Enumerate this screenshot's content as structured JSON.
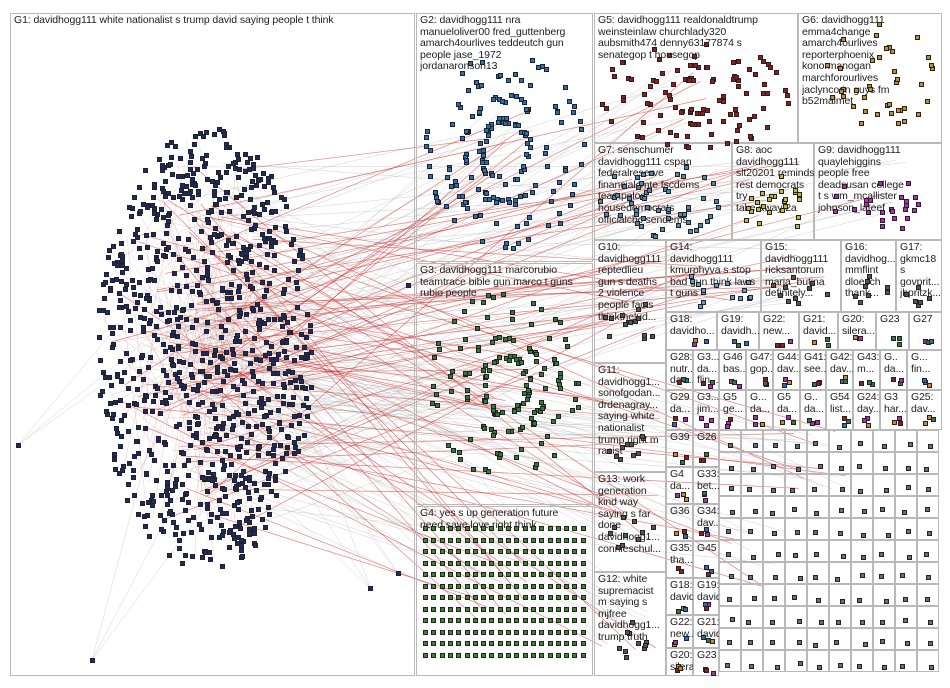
{
  "groups": [
    {
      "id": "G1",
      "label": "G1: davidhogg111 white nationalist s trump david saying people t think",
      "color": "#1b2a6b"
    },
    {
      "id": "G2",
      "label": "G2: davidhogg111 nra\nmanueloliver00 fred_guttenberg\namarch4ourlives teddeutch gun\npeople jase_1972\njordanaronson13",
      "color": "#2a6fb5"
    },
    {
      "id": "G3",
      "label": "G3: davidhogg111 marcorubio\nteamtrace bible gun marco t guns\nrubio people",
      "color": "#2e7a3c"
    },
    {
      "id": "G4",
      "label": "G4: yes s up generation future\nneed save love right think",
      "color": "#3a8a2a"
    },
    {
      "id": "G5",
      "label": "G5: davidhogg111 realdonaldtrump\nweinsteinlaw churchlady320\naubsmith474 denny63177874 s\nsenategop t housegop",
      "color": "#9a1a1a"
    },
    {
      "id": "G6",
      "label": "G6: davidhogg111\nemma4change\namarch4ourlives\nreporterphoenix\nkonormanogan\nmarchforourlives\njaclyncorin guys fm\nb52malmet",
      "color": "#c88a2a"
    },
    {
      "id": "G7",
      "label": "G7: senschumer\ndavidhogg111 cspan\nfederalreserve\nfinancialcmte fscdems\nteampelosi\nhousedemocrats\nofficialcbc sendems",
      "color": "#4a8ab5"
    },
    {
      "id": "G8",
      "label": "G8: aoc\ndavidhogg111\nslt20201 reminds\nrest democrats try\ntake away 2a",
      "color": "#c8b82a"
    },
    {
      "id": "G9",
      "label": "G9: davidhogg111\nquaylehiggins\npeople free\ndeadsusan college\nt s wm_mcallister\njohnson_lateef",
      "color": "#b52ab5"
    },
    {
      "id": "G10",
      "label": "G10:\ndavidhogg111\nreptedlieu\ngun s deaths\n2 violence\npeople facts\nthinkthelud...",
      "color": "#555555"
    },
    {
      "id": "G11",
      "label": "G11:\ndavidhogg1...\nsonofgodan...\ndrdenagray...\nsaying white\nnationalist\ntrump right m\nracist",
      "color": "#555555"
    },
    {
      "id": "G12",
      "label": "G12: white\nsupremacist\nm saying s\nmjfree\ndavidhogg1...\ntrump truth",
      "color": "#555555"
    },
    {
      "id": "G13",
      "label": "G13: work\ngeneration\nkind way\nsaying s far\ndone\ndavidhogg1...\nconnieschul...",
      "color": "#555555"
    },
    {
      "id": "G14",
      "label": "G14:\ndavidhogg111\nkmurphyva s stop\nbad gun think laws\nt guns",
      "color": "#5aa0d5"
    },
    {
      "id": "G15",
      "label": "G15:\ndavidhogg111\nricksantorum\nmaria_butina\ndefinitely...",
      "color": "#555555"
    },
    {
      "id": "G16",
      "label": "G16:\ndavidhog...\nmmflint\ndloesch\nthank...",
      "color": "#555555"
    },
    {
      "id": "G17",
      "label": "G17:\ngkmc18\ns\ngovprit...\njbpritzk...",
      "color": "#555555"
    }
  ],
  "small_groups": [
    {
      "label": "G18:\ndavidho..."
    },
    {
      "label": "G19:\ndavidh..."
    },
    {
      "label": "G22:\nnew..."
    },
    {
      "label": "G21:\ndavid..."
    },
    {
      "label": "G20:\nsilera..."
    },
    {
      "label": "G23"
    },
    {
      "label": "G27"
    },
    {
      "label": "G28:\nnutr...\ndav..."
    },
    {
      "label": "G3...\nda...\nflin..."
    },
    {
      "label": "G46\nbas..."
    },
    {
      "label": "G47:\ngop..."
    },
    {
      "label": "G44:\ndav..."
    },
    {
      "label": "G41:\nsee..."
    },
    {
      "label": "G42:\ndav..."
    },
    {
      "label": "G43:\nm..."
    },
    {
      "label": "G..\nda..."
    },
    {
      "label": "G...\nfin..."
    },
    {
      "label": "G29\nda..."
    },
    {
      "label": "G3...\njim..."
    },
    {
      "label": "G5\nge..."
    },
    {
      "label": "G...\nda..."
    },
    {
      "label": "G5\nda..."
    },
    {
      "label": "G..\nda..."
    },
    {
      "label": "G54\nlist..."
    },
    {
      "label": "G24:\nday..."
    },
    {
      "label": "G3\nhar..."
    },
    {
      "label": "G25:\ndav..."
    },
    {
      "label": "G39"
    },
    {
      "label": "G26"
    },
    {
      "label": "G4\nda..."
    },
    {
      "label": "G33:\nbet..."
    },
    {
      "label": "G36"
    },
    {
      "label": "G34:\ndav..."
    },
    {
      "label": "G35:\ntha..."
    },
    {
      "label": "G45"
    }
  ]
}
